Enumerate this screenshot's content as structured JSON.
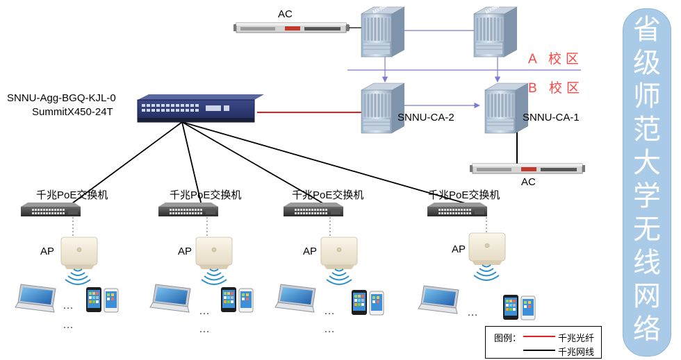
{
  "ac_top_label": "AC",
  "ac_right_label": "AC",
  "campus_a": "A 校区",
  "campus_b": "B 校区",
  "agg_switch_name": "SNNU-Agg-BGQ-KJL-0",
  "agg_switch_model": "SummitX450-24T",
  "router_top_left_text": "MX960",
  "router_top_right_text": "MX960",
  "core_left_label": "SNNU-CA-2",
  "core_right_label": "SNNU-CA-1",
  "poe_switch_label": "千兆PoE交换机",
  "ap_label": "AP",
  "ellipsis": "…",
  "side_title": "省级师范大学无线网络",
  "legend": {
    "title": "图例：",
    "fiber": "千兆光纤",
    "copper": "千兆网线"
  },
  "colors": {
    "fiber": "#e02020",
    "copper": "#000000",
    "divider": "#7b7bd0",
    "campus_text": "#ff4444",
    "side_panel": "#a9cbe8"
  }
}
